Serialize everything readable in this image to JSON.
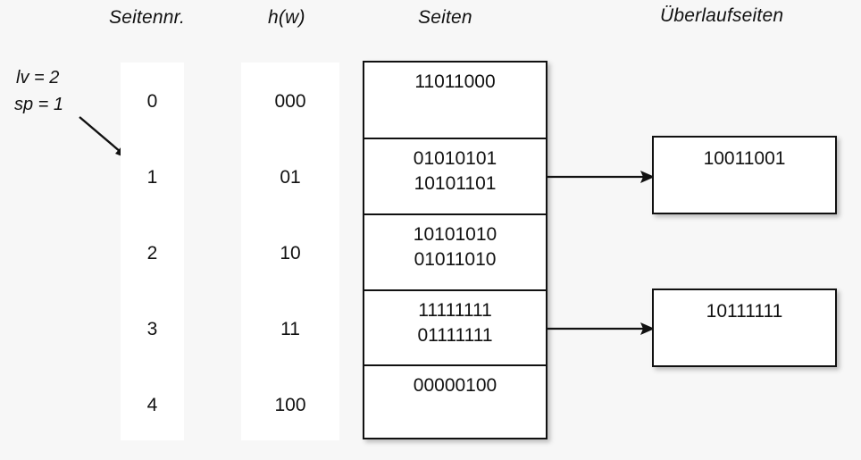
{
  "headers": {
    "seitennr": "Seitennr.",
    "hw": "h(w)",
    "seiten": "Seiten",
    "ueberlaufseiten": "Überlaufseiten"
  },
  "params": {
    "lv": "lv = 2",
    "sp": "sp = 1",
    "arrow_icon": "diagonal-arrow-down-right-icon"
  },
  "colors": {
    "background": "#f7f7f7",
    "box_fill": "#ffffff",
    "stroke": "#111111",
    "text": "#111111"
  },
  "columns": {
    "seitennr": {
      "label": "Seitennr.",
      "cells": [
        "0",
        "1",
        "2",
        "3",
        "4"
      ]
    },
    "hw": {
      "label": "h(w)",
      "cells": [
        "000",
        "01",
        "10",
        "11",
        "100"
      ]
    }
  },
  "pages": [
    {
      "index": 0,
      "entries": [
        "11011000"
      ],
      "has_overflow": false
    },
    {
      "index": 1,
      "entries": [
        "01010101",
        "10101101"
      ],
      "has_overflow": true
    },
    {
      "index": 2,
      "entries": [
        "10101010",
        "01011010"
      ],
      "has_overflow": false
    },
    {
      "index": 3,
      "entries": [
        "11111111",
        "01111111"
      ],
      "has_overflow": true
    },
    {
      "index": 4,
      "entries": [
        "00000100"
      ],
      "has_overflow": false
    }
  ],
  "overflow_pages": [
    {
      "from_page": 1,
      "entries": [
        "10011001"
      ]
    },
    {
      "from_page": 3,
      "entries": [
        "10111111"
      ]
    }
  ],
  "connectors": [
    {
      "from_page": 1,
      "to_overflow": 0,
      "icon": "arrow-right-icon"
    },
    {
      "from_page": 3,
      "to_overflow": 1,
      "icon": "arrow-right-icon"
    }
  ]
}
